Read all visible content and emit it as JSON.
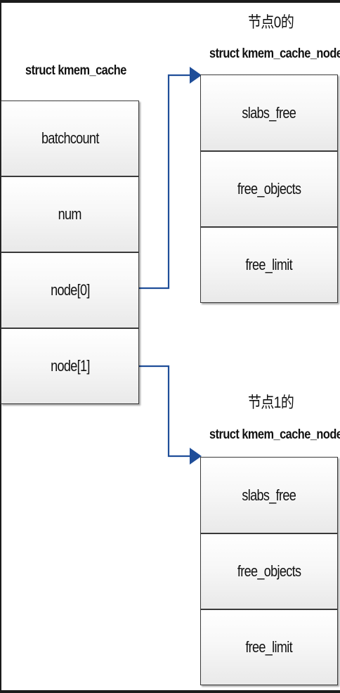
{
  "left_struct": {
    "title": "struct kmem_cache",
    "fields": [
      "batchcount",
      "num",
      "node[0]",
      "node[1]"
    ]
  },
  "node0": {
    "caption": "节点0的",
    "title": "struct kmem_cache_node",
    "fields": [
      "slabs_free",
      "free_objects",
      "free_limit"
    ]
  },
  "node1": {
    "caption": "节点1的",
    "title": "struct kmem_cache_node",
    "fields": [
      "slabs_free",
      "free_objects",
      "free_limit"
    ]
  },
  "colors": {
    "arrow": "#1f4e99",
    "border": "#3a3a3a"
  }
}
